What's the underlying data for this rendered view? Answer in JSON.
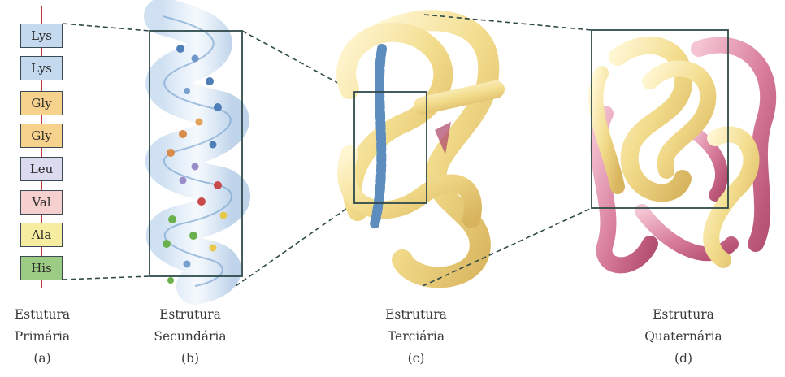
{
  "primary_structure": {
    "residues": [
      {
        "name": "Lys",
        "color": "#c4d8ee"
      },
      {
        "name": "Lys",
        "color": "#c4d8ee"
      },
      {
        "name": "Gly",
        "color": "#f6d28c"
      },
      {
        "name": "Gly",
        "color": "#f6d28c"
      },
      {
        "name": "Leu",
        "color": "#dcdaee"
      },
      {
        "name": "Val",
        "color": "#f6cfcf"
      },
      {
        "name": "Ala",
        "color": "#f6eda0"
      },
      {
        "name": "His",
        "color": "#9ccc84"
      }
    ]
  },
  "labels": [
    {
      "line1": "Estutura",
      "line2": "Primária",
      "letter": "(a)"
    },
    {
      "line1": "Estrutura",
      "line2": "Secundária",
      "letter": "(b)"
    },
    {
      "line1": "Estrutura",
      "line2": "Terciária",
      "letter": "(c)"
    },
    {
      "line1": "Estrutura",
      "line2": "Quaternária",
      "letter": "(d)"
    }
  ],
  "colors": {
    "helix_blue": "#9cbde0",
    "helix_dark_blue": "#4f7fb8",
    "tertiary_yellow": "#f2dc8c",
    "quaternary_pink": "#d77a9a",
    "frame_line": "#2f4a4a",
    "backbone_red": "#c43b3b"
  }
}
